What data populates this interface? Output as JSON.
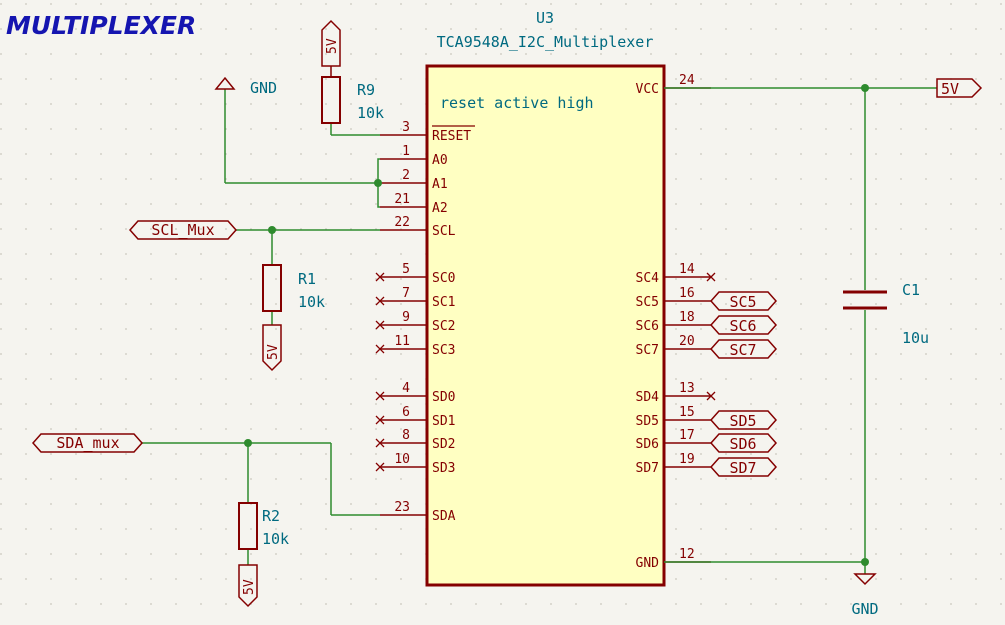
{
  "title": "MULTIPLEXER",
  "ic": {
    "ref": "U3",
    "value": "TCA9548A_I2C_Multiplexer",
    "note": "reset active high",
    "pins_left": [
      {
        "num": "3",
        "name": "RESET"
      },
      {
        "num": "1",
        "name": "A0"
      },
      {
        "num": "2",
        "name": "A1"
      },
      {
        "num": "21",
        "name": "A2"
      },
      {
        "num": "22",
        "name": "SCL"
      },
      {
        "num": "5",
        "name": "SC0"
      },
      {
        "num": "7",
        "name": "SC1"
      },
      {
        "num": "9",
        "name": "SC2"
      },
      {
        "num": "11",
        "name": "SC3"
      },
      {
        "num": "4",
        "name": "SD0"
      },
      {
        "num": "6",
        "name": "SD1"
      },
      {
        "num": "8",
        "name": "SD2"
      },
      {
        "num": "10",
        "name": "SD3"
      },
      {
        "num": "23",
        "name": "SDA"
      }
    ],
    "pins_right": [
      {
        "num": "24",
        "name": "VCC"
      },
      {
        "num": "14",
        "name": "SC4"
      },
      {
        "num": "16",
        "name": "SC5"
      },
      {
        "num": "18",
        "name": "SC6"
      },
      {
        "num": "20",
        "name": "SC7"
      },
      {
        "num": "13",
        "name": "SD4"
      },
      {
        "num": "15",
        "name": "SD5"
      },
      {
        "num": "17",
        "name": "SD6"
      },
      {
        "num": "19",
        "name": "SD7"
      },
      {
        "num": "12",
        "name": "GND"
      }
    ]
  },
  "resistors": [
    {
      "ref": "R9",
      "value": "10k"
    },
    {
      "ref": "R1",
      "value": "10k"
    },
    {
      "ref": "R2",
      "value": "10k"
    }
  ],
  "capacitor": {
    "ref": "C1",
    "value": "10u"
  },
  "power": {
    "gnd_top": "GND",
    "gnd_bottom": "GND",
    "vcc_label": "5V",
    "r9_supply": "5V",
    "r1_supply": "5V",
    "r2_supply": "5V"
  },
  "labels": {
    "scl": "SCL_Mux",
    "sda": "SDA_mux",
    "sc5": "SC5",
    "sc6": "SC6",
    "sc7": "SC7",
    "sd5": "SD5",
    "sd6": "SD6",
    "sd7": "SD7"
  },
  "colors": {
    "background": "#f5f4ef",
    "grid_dot": "#c9c7bd",
    "wire": "#2e8b2e",
    "component": "#840000",
    "body_fill": "#ffffc2",
    "text": "#006a80",
    "title": "#1515b0"
  }
}
